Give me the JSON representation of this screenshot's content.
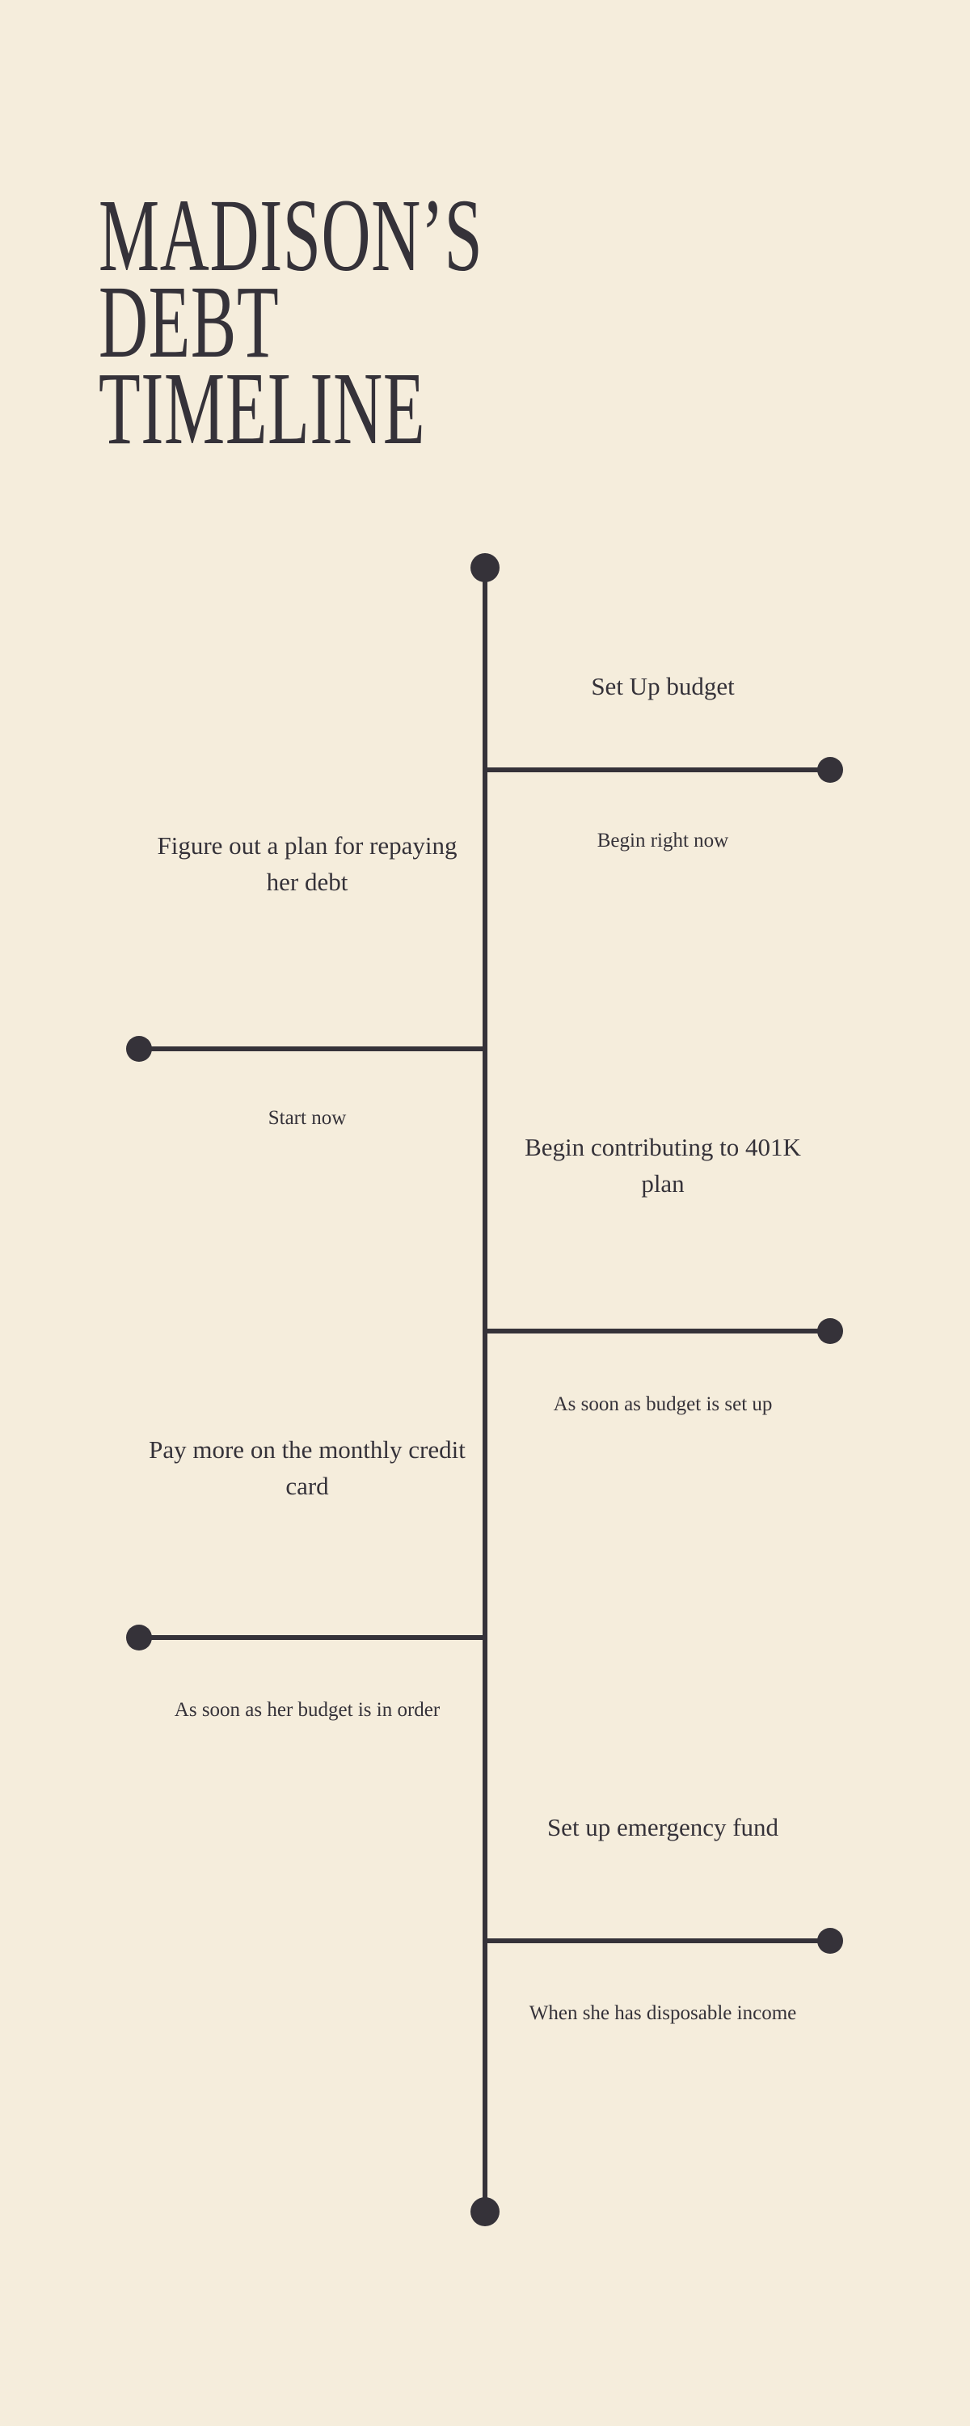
{
  "poster": {
    "background_color": "#F5EDDC",
    "ink_color": "#353239",
    "title_lines": [
      "MADISON’S",
      "DEBT",
      "TIMELINE"
    ]
  },
  "timeline": {
    "entries": [
      {
        "side": "right",
        "title": "Set Up budget",
        "subtitle": "Begin right now"
      },
      {
        "side": "left",
        "title": "Figure out a plan for repaying her debt",
        "subtitle": "Start now"
      },
      {
        "side": "right",
        "title": "Begin contributing to 401K plan",
        "subtitle": "As soon as budget is set up"
      },
      {
        "side": "left",
        "title": "Pay more on the monthly credit card",
        "subtitle": "As soon as her budget is in order"
      },
      {
        "side": "right",
        "title": "Set up emergency fund",
        "subtitle": "When she has disposable income"
      }
    ]
  }
}
